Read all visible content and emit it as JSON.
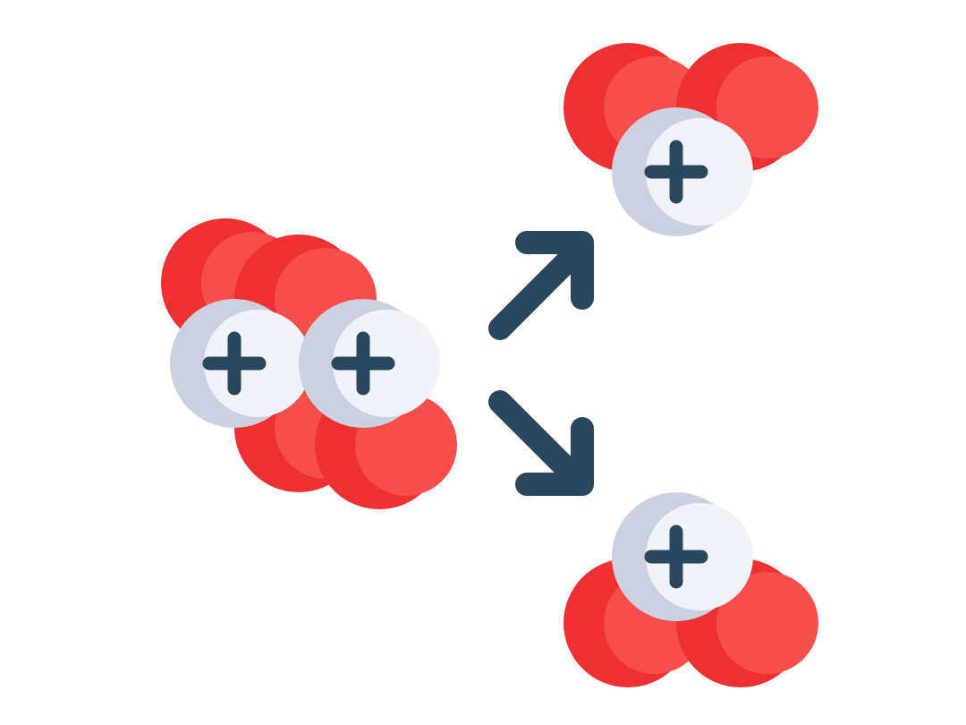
{
  "diagram": {
    "subject": "nuclear fission",
    "colors": {
      "neutron_shadow": "#ee3030",
      "neutron_light": "#f64f4b",
      "proton_shadow": "#cbd1de",
      "proton_light": "#f1f3f8",
      "plus_sign": "#2a475c",
      "arrow": "#2a475c",
      "background": "#ffffff"
    },
    "groups": [
      {
        "role": "parent-nucleus",
        "protons": 2,
        "neutrons": 4
      },
      {
        "role": "fragment-top",
        "protons": 1,
        "neutrons": 2
      },
      {
        "role": "fragment-bottom",
        "protons": 1,
        "neutrons": 2
      }
    ],
    "arrows": [
      {
        "role": "arrow-up-right",
        "direction": "up-right"
      },
      {
        "role": "arrow-down-right",
        "direction": "down-right"
      }
    ],
    "icons": [
      "plus-icon",
      "diagonal-arrow-icon"
    ]
  }
}
